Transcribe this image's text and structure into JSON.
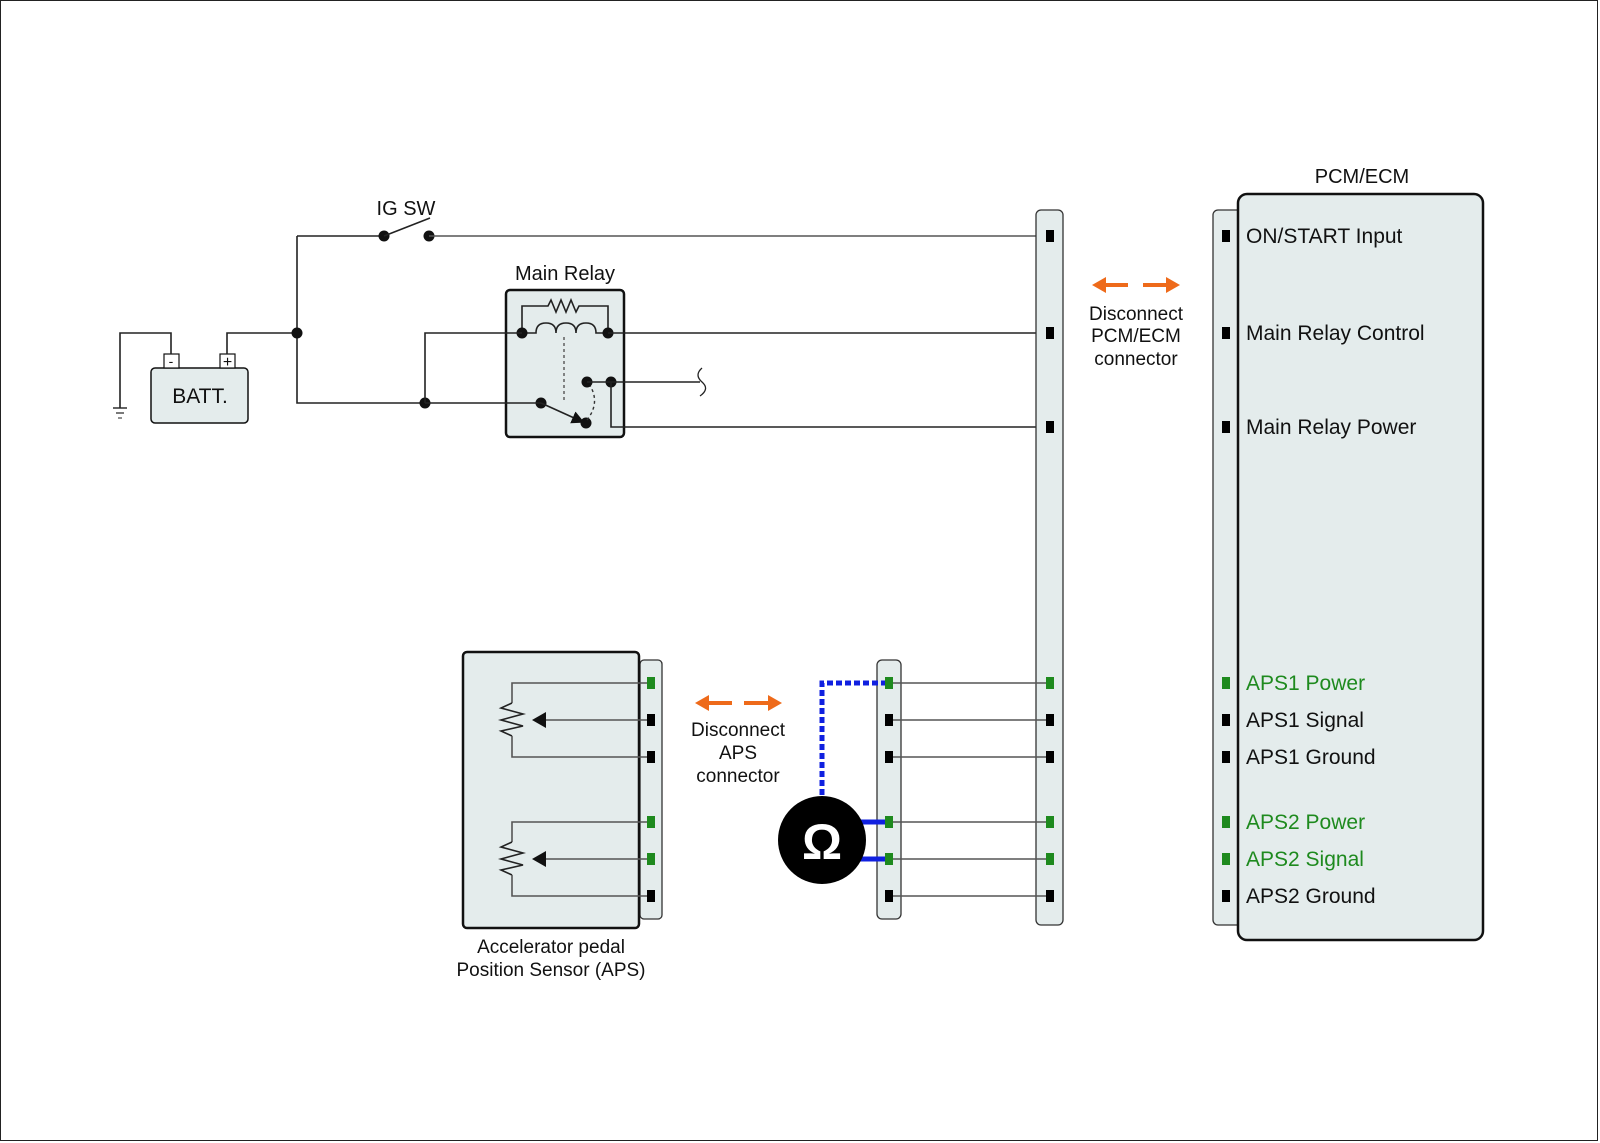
{
  "labels": {
    "ig_sw": "IG SW",
    "main_relay": "Main Relay",
    "battery": "BATT.",
    "batt_neg": "-",
    "batt_pos": "+",
    "pcm_title": "PCM/ECM",
    "disconnect_pcm": [
      "Disconnect",
      "PCM/ECM",
      "connector"
    ],
    "disconnect_aps": [
      "Disconnect",
      "APS",
      "connector"
    ],
    "aps_sensor": [
      "Accelerator pedal",
      "Position Sensor (APS)"
    ],
    "ohmmeter_symbol": "Ω"
  },
  "pcm_pins": [
    {
      "label": "ON/START Input",
      "highlight": false
    },
    {
      "label": "Main Relay Control",
      "highlight": false
    },
    {
      "label": "Main Relay Power",
      "highlight": false
    },
    {
      "label": "APS1 Power",
      "highlight": true
    },
    {
      "label": "APS1 Signal",
      "highlight": false
    },
    {
      "label": "APS1 Ground",
      "highlight": false
    },
    {
      "label": "APS2 Power",
      "highlight": true
    },
    {
      "label": "APS2 Signal",
      "highlight": true
    },
    {
      "label": "APS2 Ground",
      "highlight": false
    }
  ],
  "colors": {
    "highlight_green": "#1e8a1e",
    "arrow_orange": "#ee6a1a",
    "probe_blue": "#1020e0",
    "component_fill": "#e4ecec"
  }
}
